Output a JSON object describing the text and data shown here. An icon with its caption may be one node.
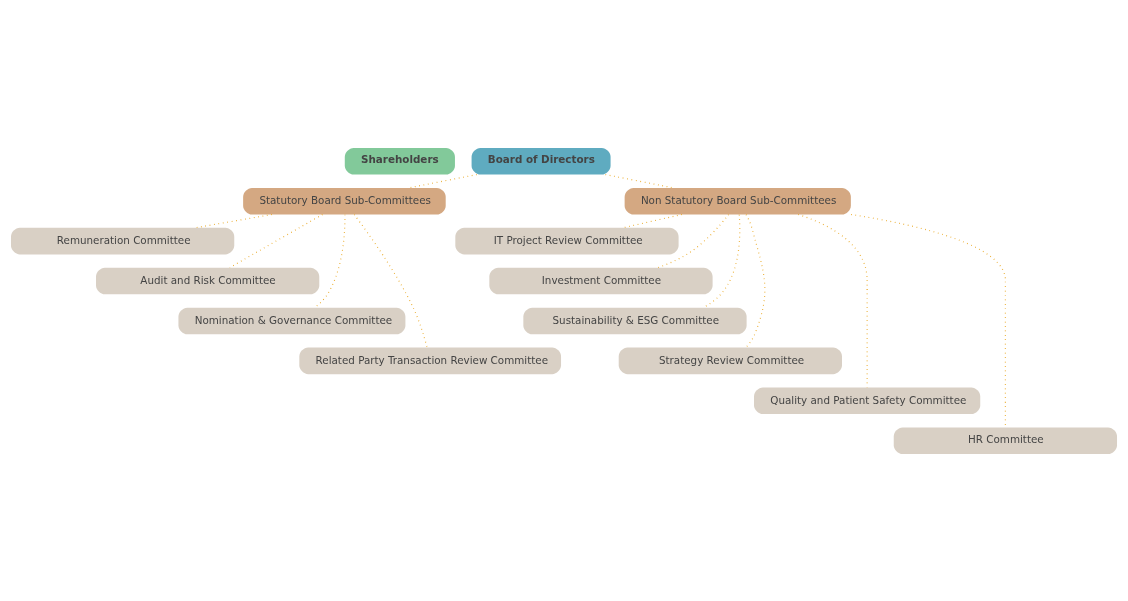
{
  "diagram": {
    "nodes": [
      {
        "text": [
          "Shareholders"
        ]
      },
      {
        "text": [
          "Board of Directors"
        ]
      },
      {
        "text": [
          "Statutory Board Sub-Committees"
        ]
      },
      {
        "text": [
          "Non Statutory Board Sub-Committees"
        ]
      },
      {
        "text": [
          "Remuneration Committee"
        ]
      },
      {
        "text": [
          "Audit and Risk Committee"
        ]
      },
      {
        "text": [
          "Nomination & Governance Committee"
        ]
      },
      {
        "text": [
          "Related Party Transaction Review Committee"
        ]
      },
      {
        "text": [
          "IT Project Review Committee"
        ]
      },
      {
        "text": [
          "Investment Committee"
        ]
      },
      {
        "text": [
          "Sustainability & ESG Committee"
        ]
      },
      {
        "text": [
          "Strategy Review Committee"
        ]
      },
      {
        "text": [
          "Quality and Patient Safety Committee"
        ]
      },
      {
        "text": [
          "HR Committee"
        ]
      }
    ],
    "edges": [
      {
        "from": 1,
        "to": 2,
        "arrow": "none"
      },
      {
        "from": 1,
        "to": 3,
        "arrow": "none"
      },
      {
        "from": 2,
        "to": 4,
        "arrow": "none"
      },
      {
        "from": 2,
        "to": 5,
        "arrow": "none"
      },
      {
        "from": 2,
        "to": 6,
        "arrow": "none"
      },
      {
        "from": 2,
        "to": 7,
        "arrow": "none"
      },
      {
        "from": 3,
        "to": 8,
        "arrow": "none"
      },
      {
        "from": 3,
        "to": 9,
        "arrow": "none"
      },
      {
        "from": 3,
        "to": 10,
        "arrow": "none"
      },
      {
        "from": 3,
        "to": 11,
        "arrow": "none"
      },
      {
        "from": 3,
        "to": 12,
        "arrow": "none"
      },
      {
        "from": 3,
        "to": 13,
        "arrow": "none"
      }
    ]
  }
}
